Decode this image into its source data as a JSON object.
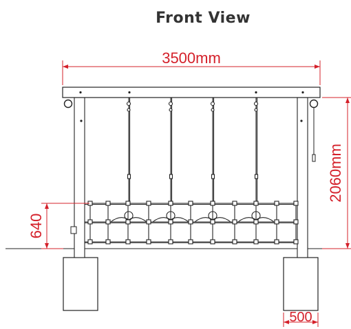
{
  "title": "Front View",
  "dimensions": {
    "width": "3500mm",
    "height": "2060mm",
    "net_height": "640",
    "footing_width": "500"
  },
  "colors": {
    "dimension": "#d4202a",
    "structure": "#222222",
    "title": "#333333"
  }
}
